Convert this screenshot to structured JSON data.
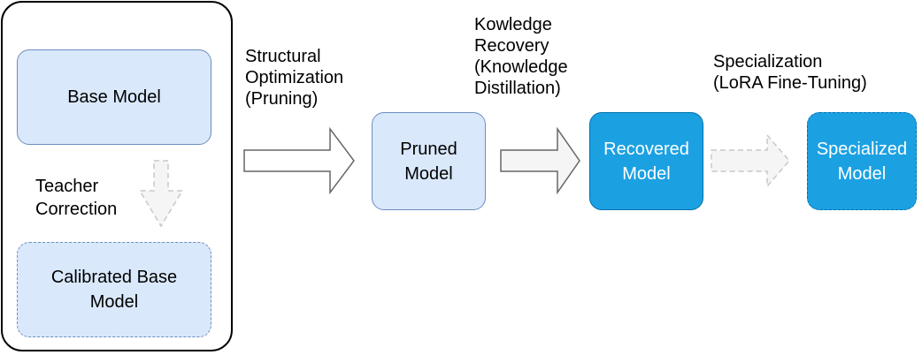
{
  "nodes": {
    "base_model": "Base Model",
    "calibrated_base_model": "Calibrated Base\nModel",
    "pruned_model": "Pruned\nModel",
    "recovered_model": "Recovered\nModel",
    "specialized_model": "Specialized\nModel"
  },
  "labels": {
    "teacher_correction": "Teacher\nCorrection",
    "structural_optimization": "Structural\nOptimization\n(Pruning)",
    "knowledge_recovery": "Kowledge\nRecovery\n(Knowledge\nDistillation)",
    "specialization": "Specialization\n(LoRA Fine-Tuning)"
  },
  "colors": {
    "light_fill": "#dae8fc",
    "light_stroke": "#6c8ebf",
    "dark_fill": "#1ba1e2",
    "dark_stroke": "#006eaf"
  }
}
